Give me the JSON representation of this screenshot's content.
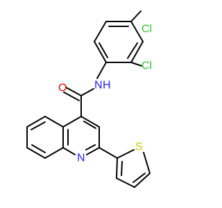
{
  "structure": {
    "atoms": {
      "chlorine_upper": "Cl",
      "chlorine_lower": "Cl",
      "amide_nitrogen": "N",
      "amide_hydrogen": "H",
      "carbonyl_oxygen": "O",
      "quinoline_nitrogen": "N",
      "thiophene_sulfur": "S"
    }
  },
  "colors": {
    "bond": "#000000",
    "chlorine": "#32c832",
    "nitrogen": "#2020ff",
    "oxygen": "#ff0000",
    "sulfur": "#c8c800"
  }
}
